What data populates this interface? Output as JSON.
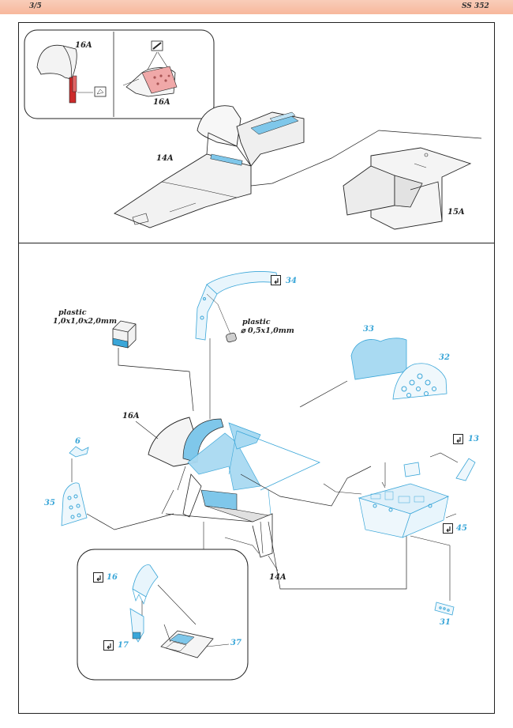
{
  "header": {
    "page_number": "3/5",
    "product_code": "SS 352",
    "bar_color": "#f7b79c"
  },
  "colors": {
    "etch_blue": "#7fc7ea",
    "etch_blue_dark": "#3aa6d8",
    "part_grey": "#e6e6e6",
    "pink_part": "#f0a8a8",
    "red_part": "#cc2a2a"
  },
  "top_section": {
    "inset_left_label": "16A",
    "inset_right_label": "16A",
    "part_14a_label": "14A",
    "part_15a_label": "15A"
  },
  "bottom_section": {
    "plastic_strip_note": {
      "title": "plastic",
      "size": "1,0x1,0x2,0mm"
    },
    "plastic_rod_note": {
      "title": "plastic",
      "size": "⌀ 0,5x1,0mm"
    },
    "labels": {
      "p34": "34",
      "p33": "33",
      "p32": "32",
      "p13": "13",
      "p45": "45",
      "p31": "31",
      "p6": "6",
      "p35": "35",
      "p16a": "16A",
      "p14a": "14A",
      "p16": "16",
      "p17": "17",
      "p37": "37"
    }
  }
}
